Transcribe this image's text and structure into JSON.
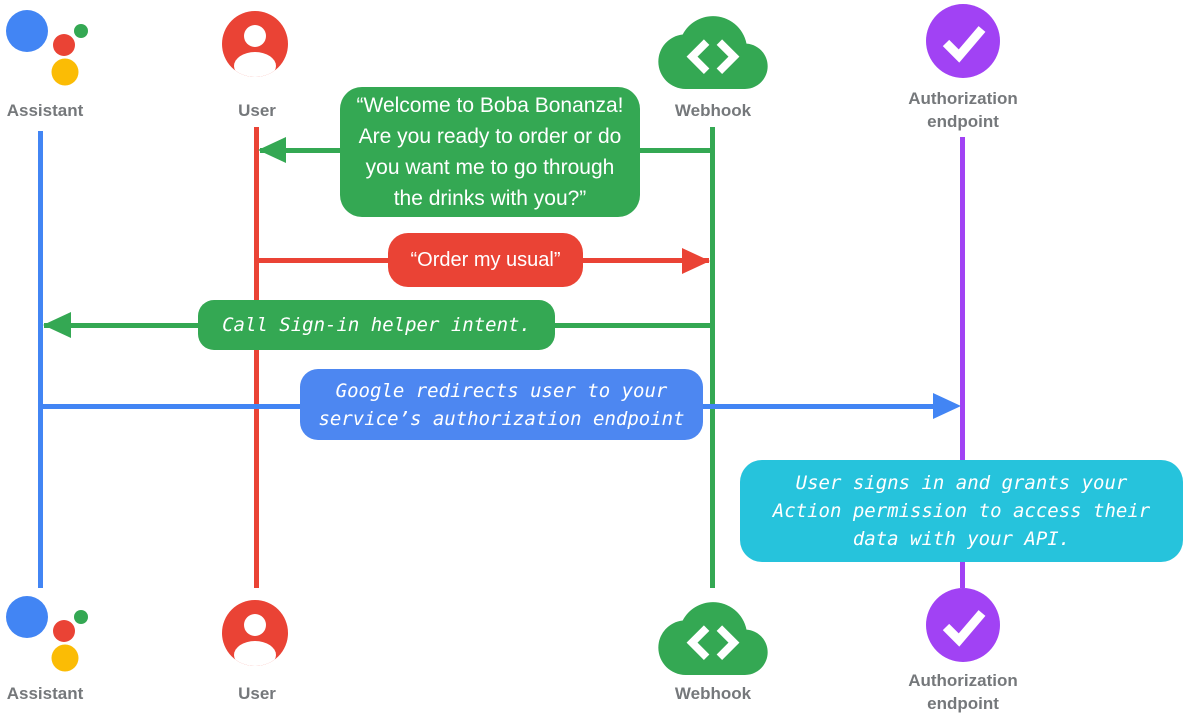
{
  "palette": {
    "assistant_blue": "#4285F4",
    "user_red": "#EA4335",
    "webhook_green": "#34A853",
    "assistant_yellow": "#FBBC05",
    "authorization_purple": "#A142F4",
    "note_cyan": "#26C3DC",
    "label_gray": "#75787B",
    "box_text_white": "#FFFFFF"
  },
  "actors": [
    {
      "label": "Assistant",
      "icon": "google-assistant-icon",
      "color": "#4285F4"
    },
    {
      "label": "User",
      "icon": "user-icon",
      "color": "#EA4335"
    },
    {
      "label": "Webhook",
      "icon": "webhook-cloud-icon",
      "color": "#34A853"
    },
    {
      "label": "Authorization endpoint",
      "icon": "auth-check-icon",
      "color": "#A142F4"
    }
  ],
  "messages": [
    {
      "from": "Webhook",
      "to": "User",
      "kind": "speech-bubble",
      "color": "#34A853",
      "text": "“Welcome to Boba Bonanza! Are you ready to order or do you want me to go through the drinks with you?”",
      "lines": [
        "“Welcome to Boba Bonanza!",
        "Are you ready to order or do",
        "you want me to go through",
        "the drinks with you?”"
      ]
    },
    {
      "from": "User",
      "to": "Webhook",
      "kind": "speech-bubble",
      "color": "#EA4335",
      "text": "“Order my usual”",
      "lines": [
        "“Order my usual”"
      ]
    },
    {
      "from": "Webhook",
      "to": "Assistant",
      "kind": "code-note",
      "color": "#34A853",
      "text": "Call Sign-in helper intent.",
      "lines": [
        "Call Sign-in helper intent."
      ]
    },
    {
      "from": "Assistant",
      "to": "Authorization endpoint",
      "kind": "code-note",
      "color": "#4285F4",
      "text": "Google redirects user to your service’s authorization endpoint",
      "lines": [
        "Google redirects user to your",
        "service’s authorization endpoint"
      ]
    },
    {
      "anchor": "Authorization endpoint",
      "kind": "side-note",
      "color": "#26C3DC",
      "text": "User signs in and grants your Action permission to access their data with your API.",
      "lines": [
        "User signs in and grants your",
        "Action permission to access their",
        "data with your API."
      ]
    }
  ]
}
